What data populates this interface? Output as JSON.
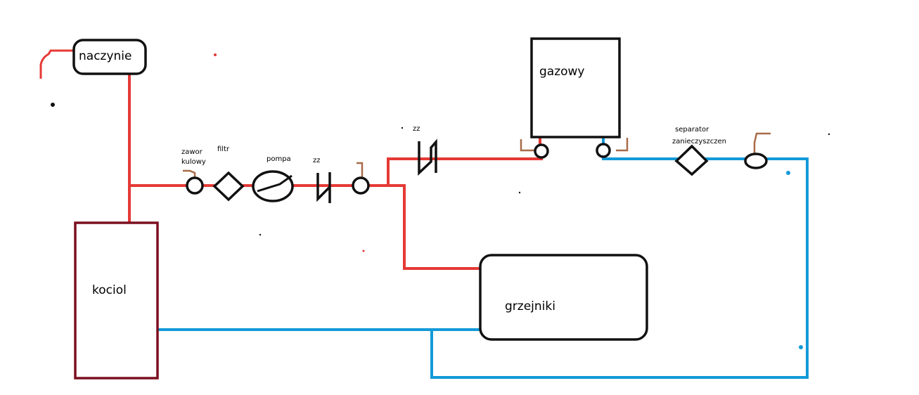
{
  "diagram": {
    "labels": {
      "naczynie": "naczynie",
      "gazowy": "gazowy",
      "kociol": "kociol",
      "grzejniki": "grzejniki",
      "zawor_line1": "zawor",
      "zawor_line2": "kulowy",
      "filtr": "filtr",
      "pompa": "pompa",
      "zz_left": "zz",
      "zz_top": "zz",
      "separator_line1": "separator",
      "separator_line2": "zanieczyszczen"
    },
    "colors": {
      "supply_pipe": "#e53935",
      "return_pipe": "#139ad8",
      "kociol_border": "#7b1020",
      "outline": "#111111",
      "hook": "#a86b48"
    }
  }
}
